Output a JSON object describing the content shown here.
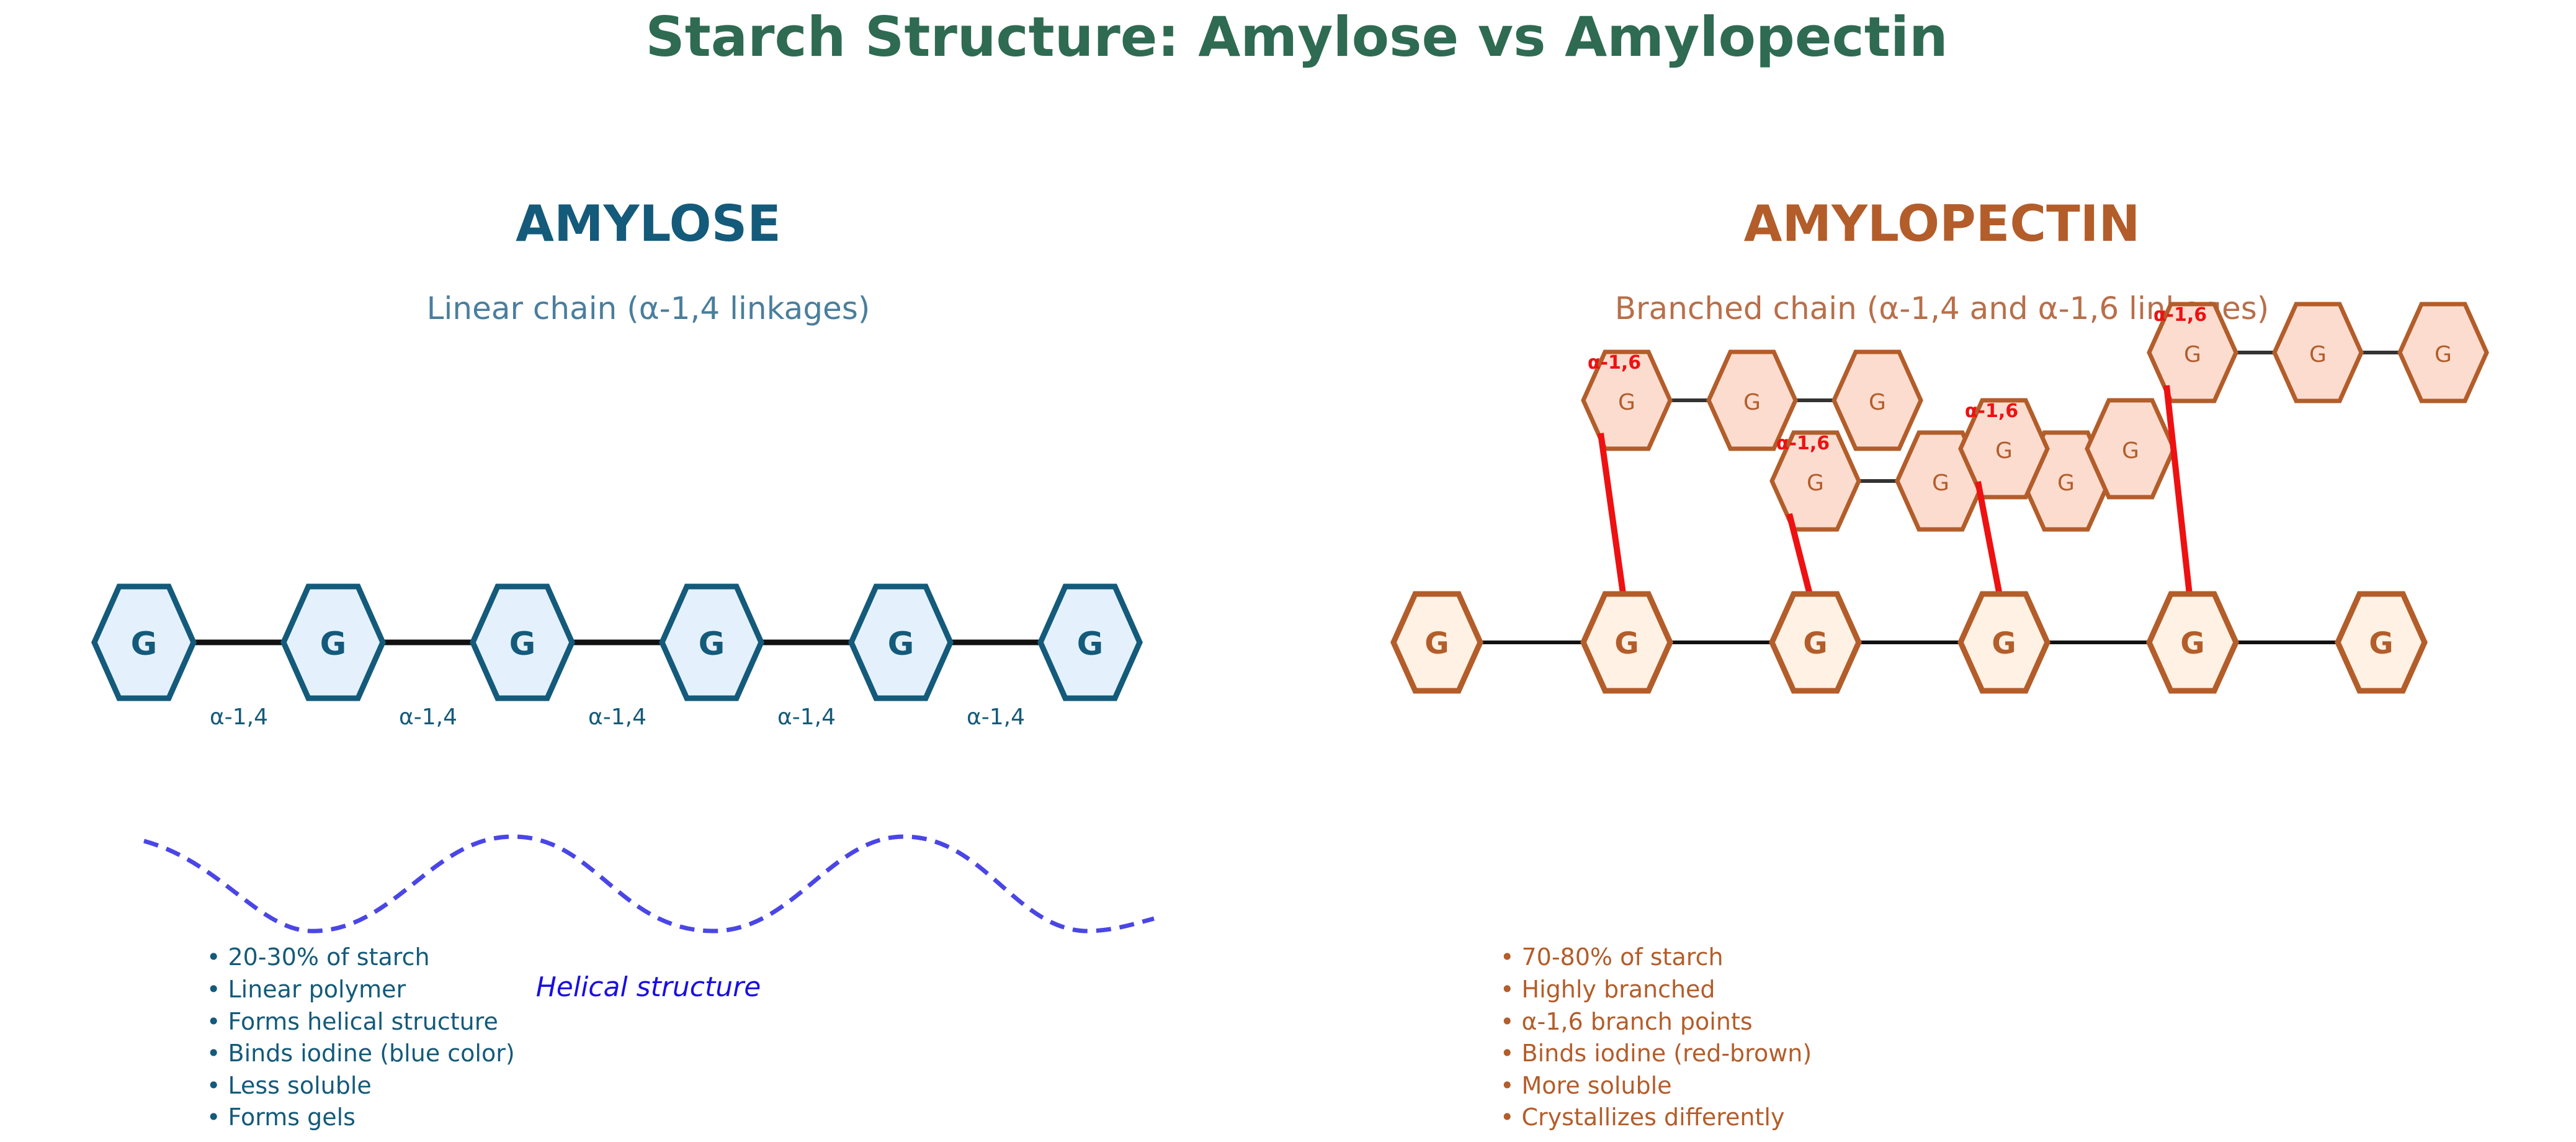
{
  "title": "Starch Structure: Amylose vs Amylopectin",
  "colors": {
    "title": "#2e6b52",
    "amylose_dark": "#145a7a",
    "amylose_sub": "#4a7e9c",
    "amylose_fill": "#e4f1fd",
    "amylopectin_dark": "#b35d2a",
    "amylopectin_sub": "#b86f4a",
    "amylopectin_main_fill": "#fff1e3",
    "amylopectin_branch_fill": "#fddcd0",
    "branch_link": "#ee1111",
    "helix": "#4a46e6",
    "helix_text": "#1a0fe0"
  },
  "amylose": {
    "heading": "AMYLOSE",
    "subtitle": "Linear chain (α-1,4 linkages)",
    "unit_label": "G",
    "linkage_labels": [
      "α-1,4",
      "α-1,4",
      "α-1,4",
      "α-1,4",
      "α-1,4"
    ],
    "helix_label": "Helical structure",
    "properties": [
      "• 20-30% of starch",
      "• Linear polymer",
      "• Forms helical structure",
      "• Binds iodine (blue color)",
      "• Less soluble",
      "• Forms gels"
    ]
  },
  "amylopectin": {
    "heading": "AMYLOPECTIN",
    "subtitle": "Branched chain (α-1,4 and α-1,6 linkages)",
    "unit_label": "G",
    "branch_labels": [
      "α-1,6",
      "α-1,6",
      "α-1,6",
      "α-1,6"
    ],
    "properties": [
      "• 70-80% of starch",
      "• Highly branched",
      "• α-1,6 branch points",
      "• Binds iodine (red-brown)",
      "• More soluble",
      "• Crystallizes differently"
    ]
  }
}
